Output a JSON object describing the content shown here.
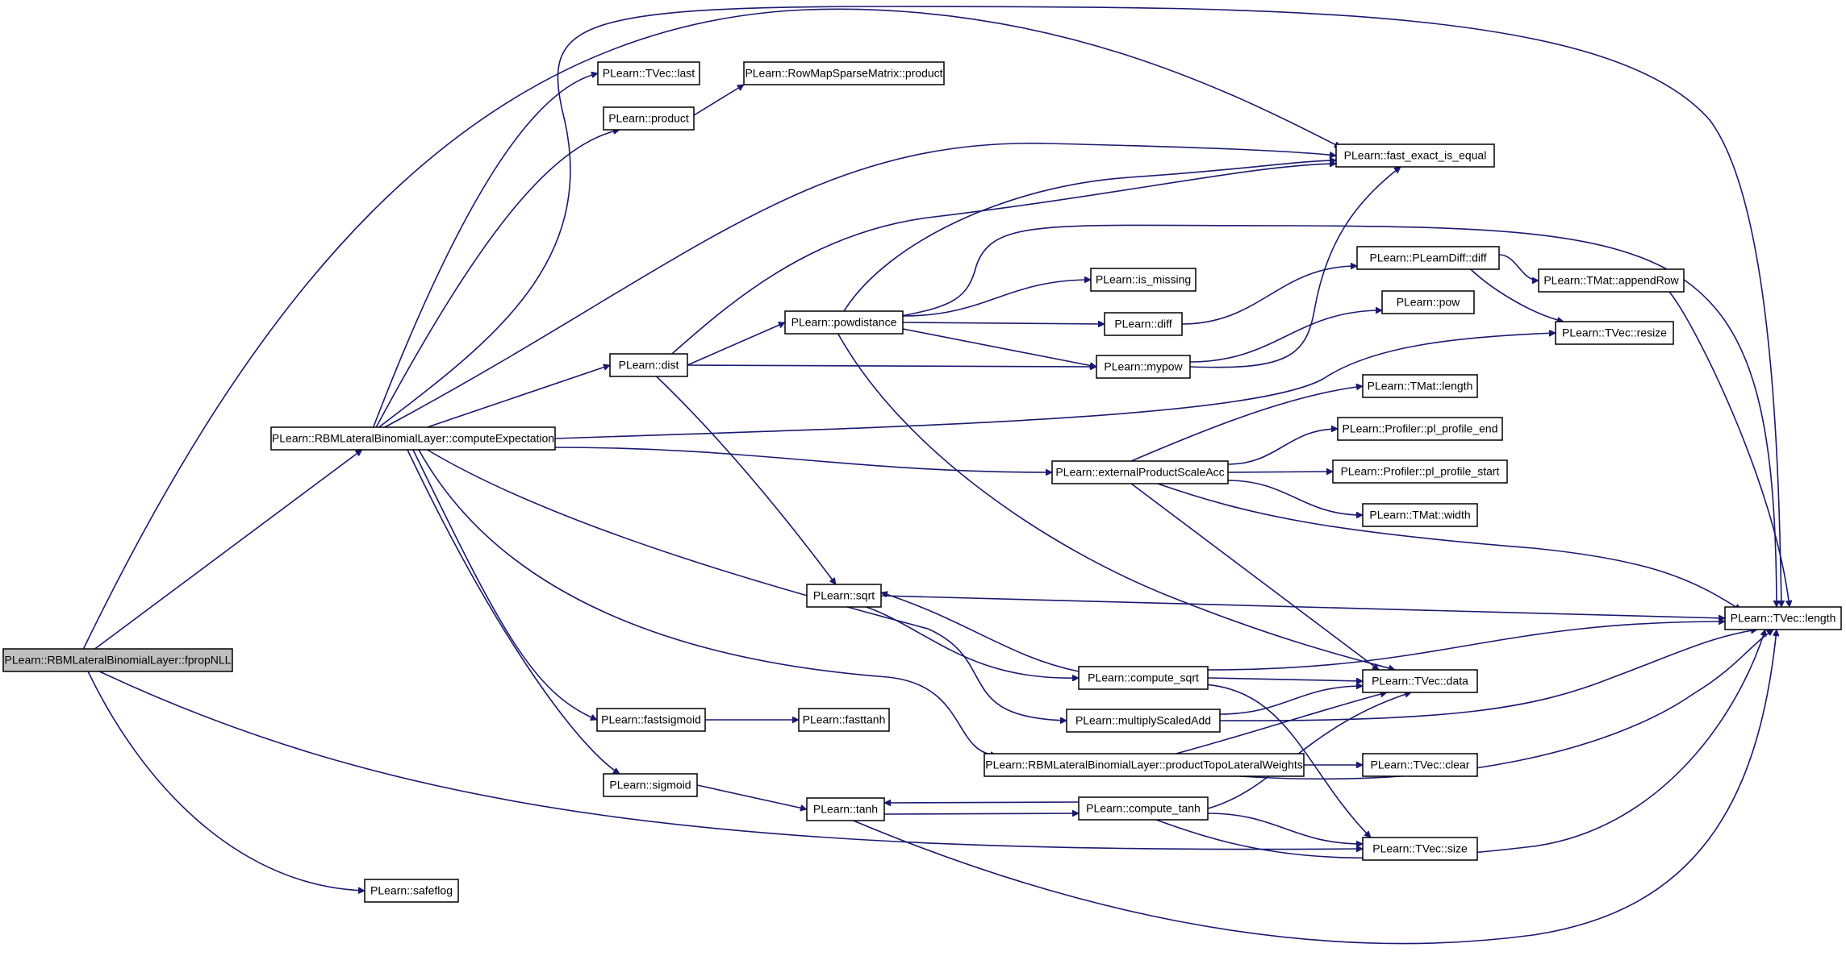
{
  "diagram": {
    "kind": "call-graph",
    "edge_color": "#191970",
    "root_fill": "#bfbfbf",
    "node_fill": "#ffffff",
    "nodes": [
      {
        "id": "fpropNLL",
        "label": "PLearn::RBMLateralBinomialLayer::fpropNLL",
        "root": true
      },
      {
        "id": "computeExpectation",
        "label": "PLearn::RBMLateralBinomialLayer::computeExpectation"
      },
      {
        "id": "safeflog",
        "label": "PLearn::safeflog"
      },
      {
        "id": "tvec_last",
        "label": "PLearn::TVec::last"
      },
      {
        "id": "product",
        "label": "PLearn::product"
      },
      {
        "id": "dist",
        "label": "PLearn::dist"
      },
      {
        "id": "fastsigmoid",
        "label": "PLearn::fastsigmoid"
      },
      {
        "id": "sigmoid",
        "label": "PLearn::sigmoid"
      },
      {
        "id": "rowmap_product",
        "label": "PLearn::RowMapSparseMatrix::product"
      },
      {
        "id": "powdistance",
        "label": "PLearn::powdistance"
      },
      {
        "id": "sqrt",
        "label": "PLearn::sqrt"
      },
      {
        "id": "fasttanh",
        "label": "PLearn::fasttanh"
      },
      {
        "id": "tanh",
        "label": "PLearn::tanh"
      },
      {
        "id": "is_missing",
        "label": "PLearn::is_missing"
      },
      {
        "id": "diff",
        "label": "PLearn::diff"
      },
      {
        "id": "mypow",
        "label": "PLearn::mypow"
      },
      {
        "id": "externalProductScaleAcc",
        "label": "PLearn::externalProductScaleAcc"
      },
      {
        "id": "compute_sqrt",
        "label": "PLearn::compute_sqrt"
      },
      {
        "id": "multiplyScaledAdd",
        "label": "PLearn::multiplyScaledAdd"
      },
      {
        "id": "productTopoLateralWeights",
        "label": "PLearn::RBMLateralBinomialLayer::productTopoLateralWeights"
      },
      {
        "id": "compute_tanh",
        "label": "PLearn::compute_tanh"
      },
      {
        "id": "fast_exact_is_equal",
        "label": "PLearn::fast_exact_is_equal"
      },
      {
        "id": "plearndiff_diff",
        "label": "PLearn::PLearnDiff::diff"
      },
      {
        "id": "pow",
        "label": "PLearn::pow"
      },
      {
        "id": "tvec_resize",
        "label": "PLearn::TVec::resize"
      },
      {
        "id": "tmat_length",
        "label": "PLearn::TMat::length"
      },
      {
        "id": "pl_profile_end",
        "label": "PLearn::Profiler::pl_profile_end"
      },
      {
        "id": "pl_profile_start",
        "label": "PLearn::Profiler::pl_profile_start"
      },
      {
        "id": "tmat_width",
        "label": "PLearn::TMat::width"
      },
      {
        "id": "tvec_data",
        "label": "PLearn::TVec::data"
      },
      {
        "id": "tvec_clear",
        "label": "PLearn::TVec::clear"
      },
      {
        "id": "tvec_size",
        "label": "PLearn::TVec::size"
      },
      {
        "id": "tmat_appendRow",
        "label": "PLearn::TMat::appendRow"
      },
      {
        "id": "tvec_length",
        "label": "PLearn::TVec::length"
      }
    ],
    "edges": [
      [
        "fpropNLL",
        "computeExpectation"
      ],
      [
        "fpropNLL",
        "fast_exact_is_equal"
      ],
      [
        "fpropNLL",
        "safeflog"
      ],
      [
        "fpropNLL",
        "tvec_size"
      ],
      [
        "computeExpectation",
        "tvec_last"
      ],
      [
        "computeExpectation",
        "product"
      ],
      [
        "computeExpectation",
        "fast_exact_is_equal"
      ],
      [
        "computeExpectation",
        "tvec_length"
      ],
      [
        "computeExpectation",
        "dist"
      ],
      [
        "computeExpectation",
        "tvec_resize"
      ],
      [
        "computeExpectation",
        "externalProductScaleAcc"
      ],
      [
        "computeExpectation",
        "multiplyScaledAdd"
      ],
      [
        "computeExpectation",
        "productTopoLateralWeights"
      ],
      [
        "computeExpectation",
        "fastsigmoid"
      ],
      [
        "computeExpectation",
        "sigmoid"
      ],
      [
        "product",
        "rowmap_product"
      ],
      [
        "dist",
        "fast_exact_is_equal"
      ],
      [
        "dist",
        "powdistance"
      ],
      [
        "dist",
        "mypow"
      ],
      [
        "dist",
        "sqrt"
      ],
      [
        "powdistance",
        "fast_exact_is_equal"
      ],
      [
        "powdistance",
        "tvec_length"
      ],
      [
        "powdistance",
        "is_missing"
      ],
      [
        "powdistance",
        "diff"
      ],
      [
        "powdistance",
        "mypow"
      ],
      [
        "powdistance",
        "tvec_data"
      ],
      [
        "diff",
        "plearndiff_diff"
      ],
      [
        "mypow",
        "pow"
      ],
      [
        "mypow",
        "fast_exact_is_equal"
      ],
      [
        "plearndiff_diff",
        "tmat_appendRow"
      ],
      [
        "plearndiff_diff",
        "tvec_resize"
      ],
      [
        "tmat_appendRow",
        "tvec_length"
      ],
      [
        "externalProductScaleAcc",
        "tmat_length"
      ],
      [
        "externalProductScaleAcc",
        "pl_profile_end"
      ],
      [
        "externalProductScaleAcc",
        "pl_profile_start"
      ],
      [
        "externalProductScaleAcc",
        "tmat_width"
      ],
      [
        "externalProductScaleAcc",
        "tvec_length"
      ],
      [
        "externalProductScaleAcc",
        "tvec_data"
      ],
      [
        "sqrt",
        "tvec_length"
      ],
      [
        "sqrt",
        "compute_sqrt"
      ],
      [
        "compute_sqrt",
        "sqrt"
      ],
      [
        "compute_sqrt",
        "tvec_length"
      ],
      [
        "compute_sqrt",
        "tvec_data"
      ],
      [
        "compute_sqrt",
        "tvec_size"
      ],
      [
        "multiplyScaledAdd",
        "tvec_data"
      ],
      [
        "multiplyScaledAdd",
        "tvec_length"
      ],
      [
        "productTopoLateralWeights",
        "tvec_data"
      ],
      [
        "productTopoLateralWeights",
        "tvec_clear"
      ],
      [
        "productTopoLateralWeights",
        "tvec_length"
      ],
      [
        "fastsigmoid",
        "fasttanh"
      ],
      [
        "sigmoid",
        "tanh"
      ],
      [
        "tanh",
        "compute_tanh"
      ],
      [
        "tanh",
        "tvec_length"
      ],
      [
        "compute_tanh",
        "tanh"
      ],
      [
        "compute_tanh",
        "tvec_data"
      ],
      [
        "compute_tanh",
        "tvec_size"
      ],
      [
        "compute_tanh",
        "tvec_length"
      ]
    ]
  }
}
